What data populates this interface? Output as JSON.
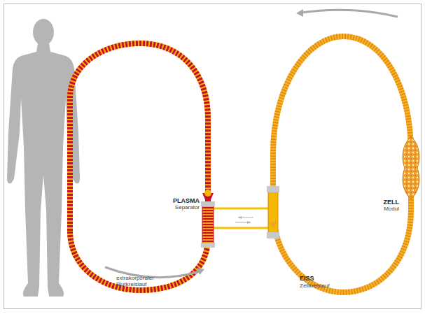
{
  "diagram": {
    "nodes": [
      {
        "text": [
          "PLASMA",
          "Separator"
        ]
      },
      {
        "text": [
          "ZELL",
          "Modul"
        ]
      }
    ],
    "labels": [
      "extrakorporaler Blutkreislauf",
      "EISS",
      "Zellkreislauf"
    ]
  }
}
